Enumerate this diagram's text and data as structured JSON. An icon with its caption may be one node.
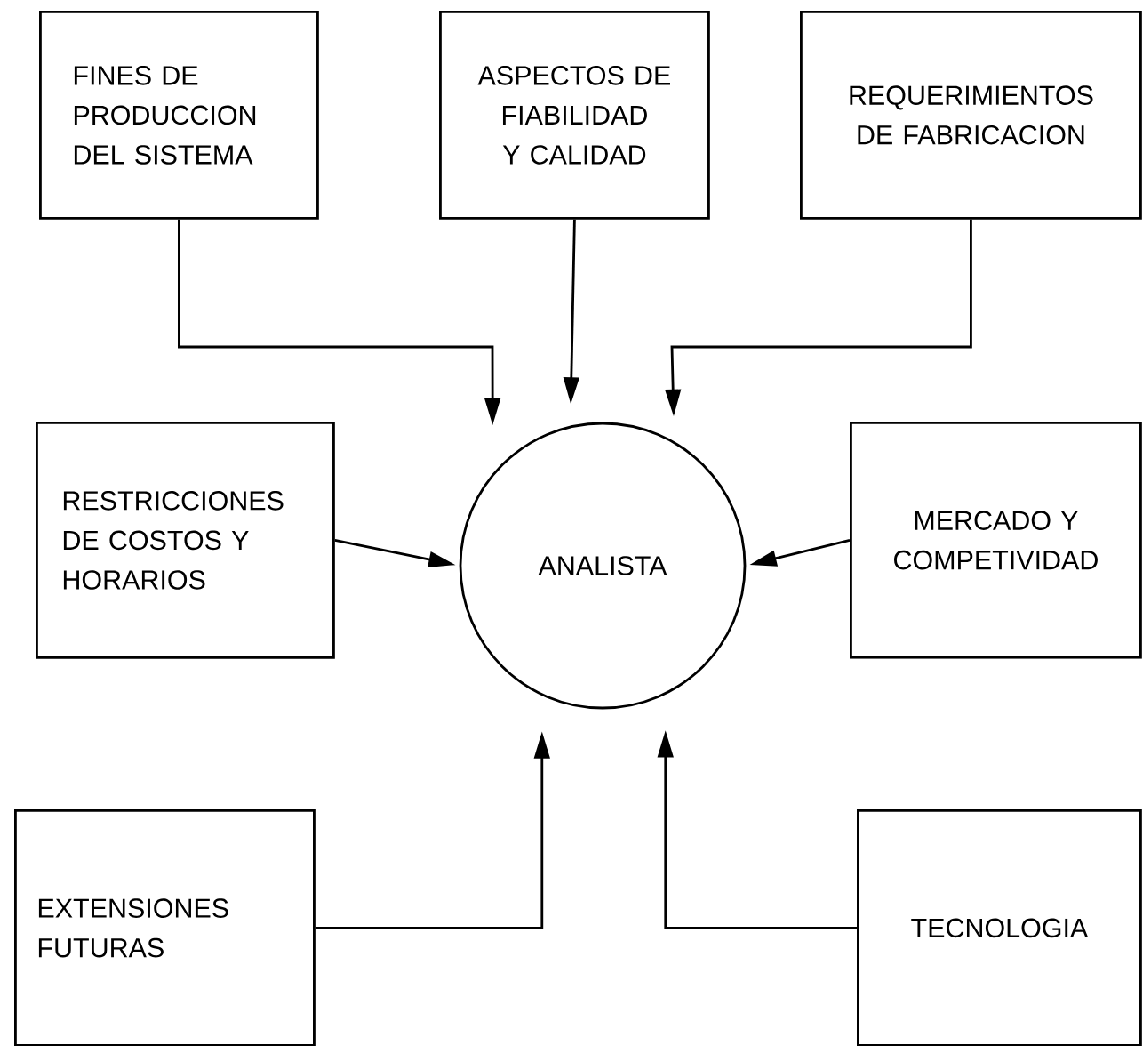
{
  "diagram": {
    "nodes": [
      {
        "text": [
          "FINES DE PRODUCCION DEL SISTEMA"
        ]
      },
      {
        "text": [
          "ASPECTOS DE FIABILIDAD Y CALIDAD"
        ]
      },
      {
        "text": [
          "REQUERIMIENTOS DE FABRICACION"
        ]
      },
      {
        "text": [
          "RESTRICCIONES DE COSTOS Y HORARIOS"
        ]
      },
      {
        "text": [
          "ANALISTA"
        ]
      },
      {
        "text": [
          "MERCADO Y COMPETIVIDAD"
        ]
      },
      {
        "text": [
          "EXTENSIONES FUTURAS"
        ]
      },
      {
        "text": [
          "TECNOLOGIA"
        ]
      }
    ],
    "edges": [
      {
        "from": 0,
        "to": 4,
        "arrow": "to"
      },
      {
        "from": 1,
        "to": 4,
        "arrow": "to"
      },
      {
        "from": 2,
        "to": 4,
        "arrow": "to"
      },
      {
        "from": 3,
        "to": 4,
        "arrow": "to"
      },
      {
        "from": 5,
        "to": 4,
        "arrow": "to"
      },
      {
        "from": 6,
        "to": 4,
        "arrow": "to"
      },
      {
        "from": 7,
        "to": 4,
        "arrow": "to"
      }
    ]
  }
}
